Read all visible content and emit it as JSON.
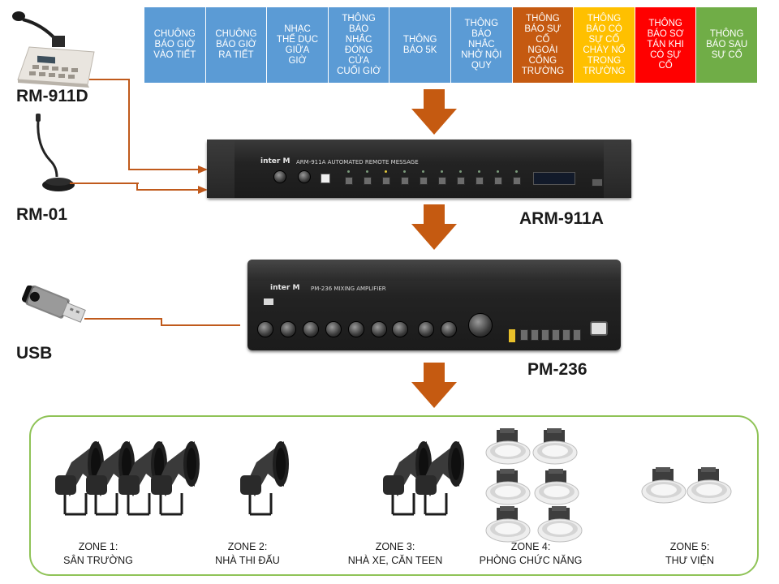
{
  "messages": [
    {
      "text": [
        "CHUÔNG",
        "BÁO GIỜ",
        "VÀO TIẾT"
      ],
      "color": "#5b9bd5"
    },
    {
      "text": [
        "CHUÔNG",
        "BÁO GIỜ",
        "RA TIẾT"
      ],
      "color": "#5b9bd5"
    },
    {
      "text": [
        "NHẠC",
        "THỂ DỤC",
        "GIỮA",
        "GIỜ"
      ],
      "color": "#5b9bd5"
    },
    {
      "text": [
        "THÔNG",
        "BÁO",
        "NHẮC",
        "ĐÓNG",
        "CỬA",
        "CUỐI GIỜ"
      ],
      "color": "#5b9bd5"
    },
    {
      "text": [
        "THÔNG",
        "BÁO 5K"
      ],
      "color": "#5b9bd5"
    },
    {
      "text": [
        "THÔNG",
        "BÁO",
        "NHẮC",
        "NHỞ NỘI",
        "QUY"
      ],
      "color": "#5b9bd5"
    },
    {
      "text": [
        "THÔNG",
        "BÁO SỰ",
        "CỐ",
        "NGOÀI",
        "CỔNG",
        "TRƯỜNG"
      ],
      "color": "#c55a11"
    },
    {
      "text": [
        "THÔNG",
        "BÁO CÓ",
        "SỰ CỐ",
        "CHÁY NỔ",
        "TRONG",
        "TRƯỜNG"
      ],
      "color": "#ffc000"
    },
    {
      "text": [
        "THÔNG",
        "BÁO SƠ",
        "TÁN KHI",
        "CÓ SỰ",
        "CỐ"
      ],
      "color": "#ff0000"
    },
    {
      "text": [
        "THÔNG",
        "BÁO SAU",
        "SỰ CỐ"
      ],
      "color": "#70ad47"
    }
  ],
  "devices": {
    "rm911d": "RM-911D",
    "rm01": "RM-01",
    "usb": "USB",
    "arm911a": "ARM-911A",
    "pm236": "PM-236",
    "brand": "inter M",
    "arm_panel_text": "ARM-911A AUTOMATED REMOTE MESSAGE",
    "pm_panel_text": "PM-236 MIXING AMPLIFIER"
  },
  "zones": [
    {
      "line1": "ZONE 1:",
      "line2": "SÂN TRƯỜNG"
    },
    {
      "line1": "ZONE 2:",
      "line2": "NHÀ THI ĐẤU"
    },
    {
      "line1": "ZONE 3:",
      "line2": "NHÀ XE, CĂN TEEN"
    },
    {
      "line1": "ZONE 4:",
      "line2": "PHÒNG CHỨC NĂNG"
    },
    {
      "line1": "ZONE 5:",
      "line2": "THƯ VIỆN"
    }
  ],
  "colors": {
    "arrow": "#c55a11",
    "cable": "#c05a1c",
    "zone_border": "#8fc357"
  }
}
